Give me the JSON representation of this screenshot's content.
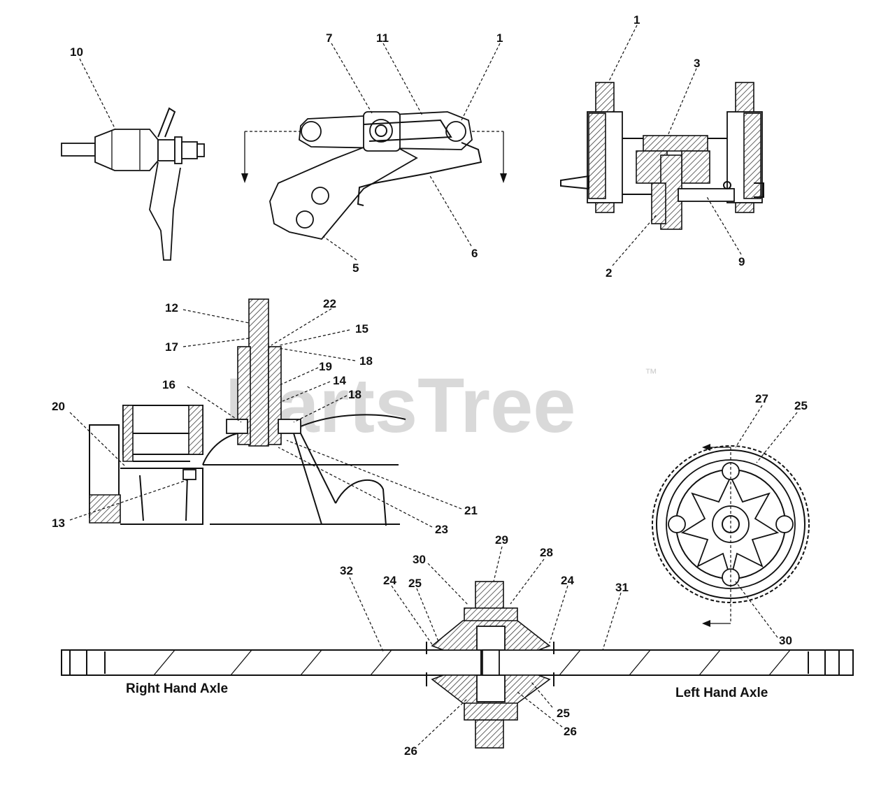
{
  "watermark": "PartsTree",
  "trademark": "™",
  "axle_labels": {
    "right": "Right Hand Axle",
    "left": "Left Hand Axle"
  },
  "callouts": {
    "c10": "10",
    "c7": "7",
    "c11": "11",
    "c1a": "1",
    "c6": "6",
    "c5": "5",
    "c1b": "1",
    "c3": "3",
    "c2": "2",
    "c9": "9",
    "c12": "12",
    "c22": "22",
    "c15": "15",
    "c17": "17",
    "c18a": "18",
    "c19": "19",
    "c14": "14",
    "c16": "16",
    "c18b": "18",
    "c20": "20",
    "c13": "13",
    "c21": "21",
    "c23": "23",
    "c27": "27",
    "c25a": "25",
    "c30a": "30",
    "c29": "29",
    "c30b": "30",
    "c28": "28",
    "c32": "32",
    "c24a": "24",
    "c25b": "25",
    "c24b": "24",
    "c31": "31",
    "c25c": "25",
    "c26a": "26",
    "c26b": "26"
  }
}
